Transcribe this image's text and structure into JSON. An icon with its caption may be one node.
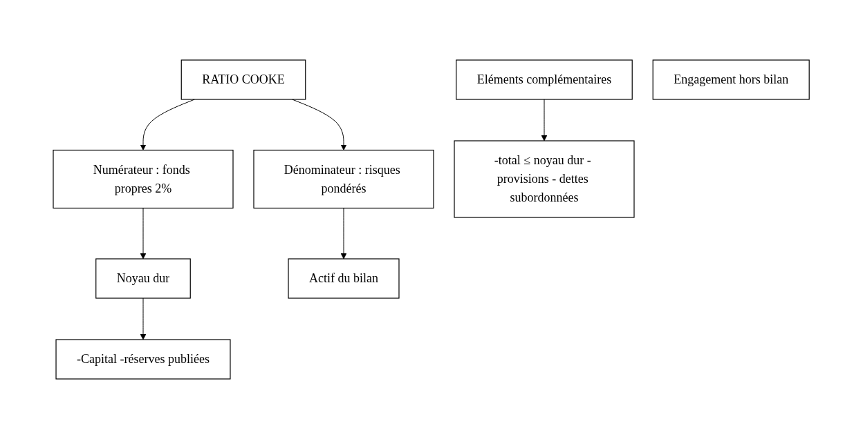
{
  "diagram": {
    "nodes": [
      {
        "text": [
          "RATIO COOKE"
        ]
      },
      {
        "text": [
          "Numérateur : fonds propres 2%"
        ]
      },
      {
        "text": [
          "Dénominateur : risques pondérés"
        ]
      },
      {
        "text": [
          "Noyau dur"
        ]
      },
      {
        "text": [
          "Eléments complémentaires"
        ]
      },
      {
        "text": [
          "Actif du bilan"
        ]
      },
      {
        "text": [
          "Engagement hors bilan"
        ]
      },
      {
        "text": [
          "-Capital -réserves publiées"
        ]
      },
      {
        "text": [
          "-total ≤ noyau dur - provisions - dettes subordonnées"
        ]
      }
    ],
    "edges": [
      {
        "from": 0,
        "to": 1,
        "arrow": "to"
      },
      {
        "from": 0,
        "to": 2,
        "arrow": "to"
      },
      {
        "from": 1,
        "to": 3,
        "arrow": "to"
      },
      {
        "from": 2,
        "to": 5,
        "arrow": "to"
      },
      {
        "from": 3,
        "to": 7,
        "arrow": "to"
      },
      {
        "from": 4,
        "to": 8,
        "arrow": "to"
      }
    ]
  }
}
